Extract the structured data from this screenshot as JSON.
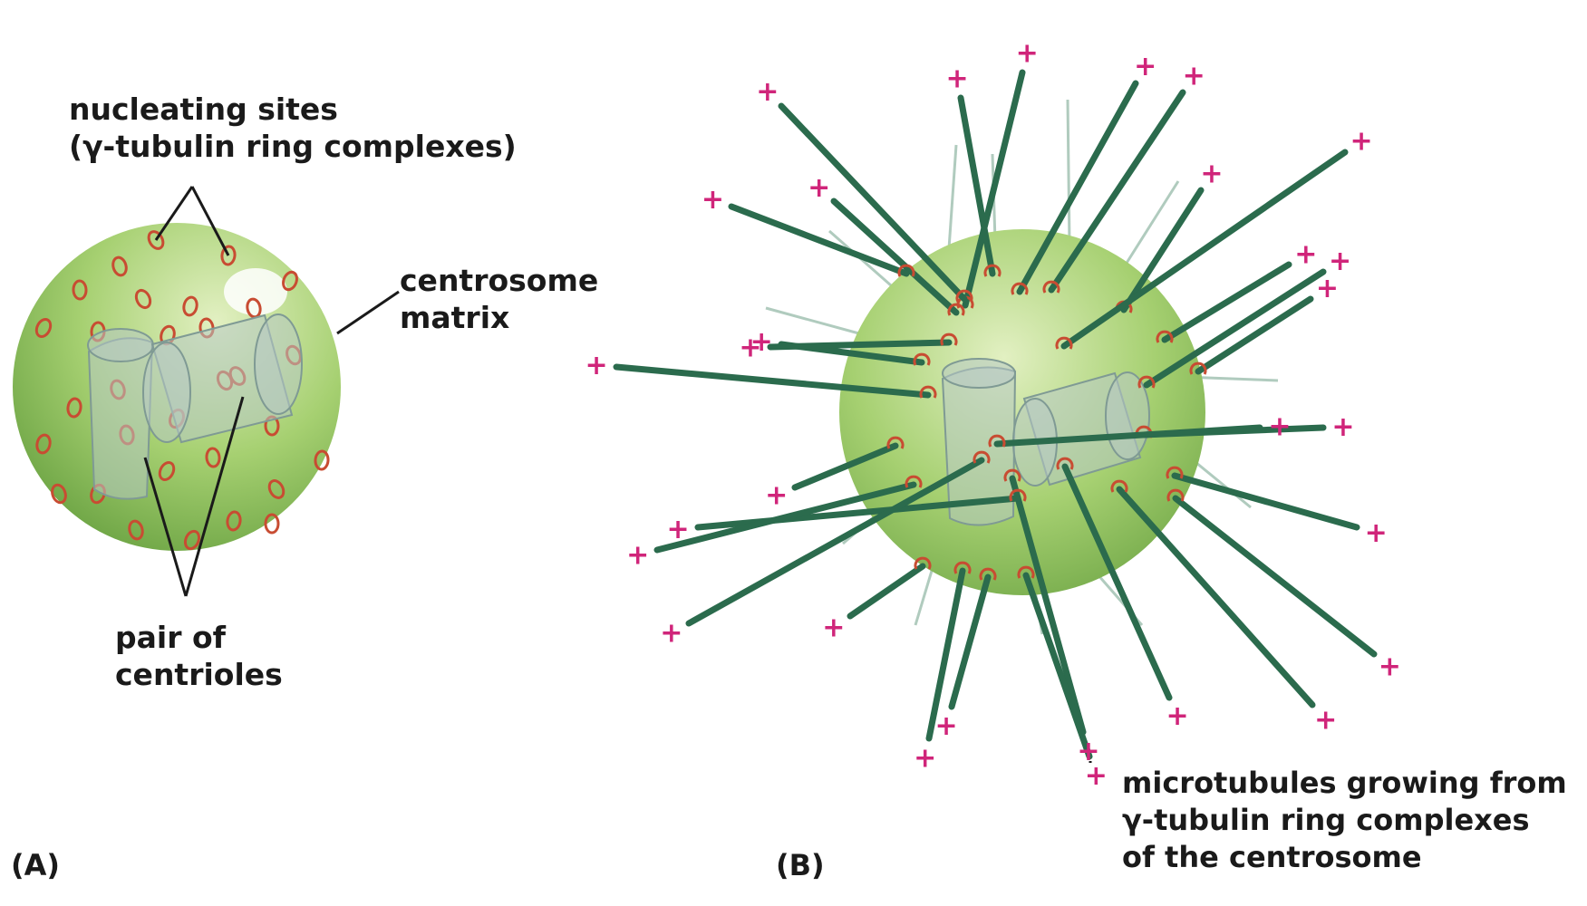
{
  "colors": {
    "sphere_light": "#e2f0c2",
    "sphere_mid": "#a6d071",
    "sphere_dark": "#6fa646",
    "nucleating_ring": "#c84c32",
    "microtubule": "#2b6b4d",
    "microtubule_faint": "#9dbfae",
    "plus_end": "#d0257a",
    "centriole": "#b7c9c4",
    "leader_line": "#1a1a1a"
  },
  "icons": {
    "plus_end_marker": "plus-end-icon",
    "nucleating_site": "ring-complex-icon",
    "centriole": "centriole-cylinder-icon"
  },
  "panel_a": {
    "tag": "(A)",
    "label_nucleating": [
      "nucleating sites",
      "(γ-tubulin ring complexes)"
    ],
    "label_matrix": [
      "centrosome",
      "matrix"
    ],
    "label_centrioles": [
      "pair of",
      "centrioles"
    ]
  },
  "panel_b": {
    "tag": "(B)",
    "plus_symbol": "+",
    "label_microtubules": [
      "microtubules growing from",
      "γ-tubulin ring complexes",
      "of the centrosome"
    ]
  }
}
